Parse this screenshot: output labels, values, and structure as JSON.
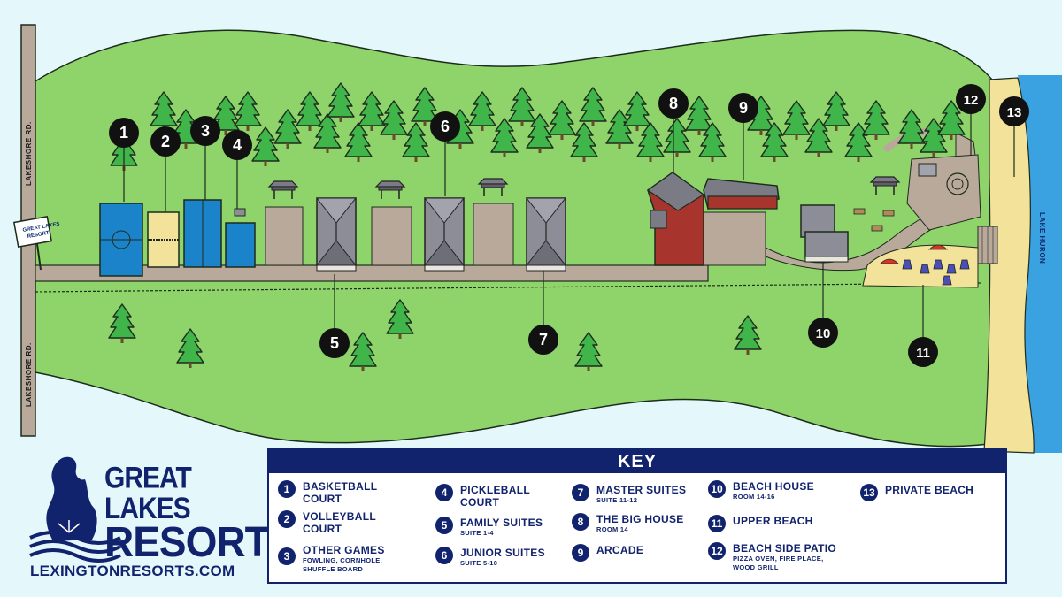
{
  "roads": {
    "left_top": "LAKESHORE RD.",
    "left_bottom": "LAKESHORE RD."
  },
  "lake_label": "LAKE HURON",
  "entrance_sign": {
    "line1": "GREAT LAKES",
    "line2": "RESORT"
  },
  "map_markers": [
    "1",
    "2",
    "3",
    "4",
    "5",
    "6",
    "7",
    "8",
    "9",
    "10",
    "11",
    "12",
    "13"
  ],
  "brand": {
    "line1": "GREAT LAKES",
    "line2": "RESORT",
    "url": "LEXINGTONRESORTS.COM"
  },
  "key": {
    "title": "KEY",
    "items": [
      {
        "num": "1",
        "label": "BASKETBALL COURT",
        "sub": ""
      },
      {
        "num": "2",
        "label": "VOLLEYBALL COURT",
        "sub": ""
      },
      {
        "num": "3",
        "label": "OTHER GAMES",
        "sub": "FOWLING, CORNHOLE, SHUFFLE BOARD"
      },
      {
        "num": "4",
        "label": "PICKLEBALL COURT",
        "sub": ""
      },
      {
        "num": "5",
        "label": "FAMILY SUITES",
        "sub": "SUITE 1-4"
      },
      {
        "num": "6",
        "label": "JUNIOR SUITES",
        "sub": "SUITE 5-10"
      },
      {
        "num": "7",
        "label": "MASTER SUITES",
        "sub": "SUITE 11-12"
      },
      {
        "num": "8",
        "label": "THE BIG HOUSE",
        "sub": "ROOM 14"
      },
      {
        "num": "9",
        "label": "ARCADE",
        "sub": ""
      },
      {
        "num": "10",
        "label": "BEACH HOUSE",
        "sub": "ROOM 14-16"
      },
      {
        "num": "11",
        "label": "UPPER BEACH",
        "sub": ""
      },
      {
        "num": "12",
        "label": "BEACH SIDE PATIO",
        "sub": "PIZZA OVEN, FIRE PLACE, WOOD GRILL"
      },
      {
        "num": "13",
        "label": "PRIVATE BEACH",
        "sub": ""
      }
    ]
  },
  "colors": {
    "navy": "#12236e",
    "grass": "#8fd46a",
    "tree": "#3fb54a",
    "road": "#b9a99b",
    "sand": "#f2e29a",
    "lake": "#3aa2e0",
    "court_blue": "#1a83c9",
    "roof_gray": "#7b7b86",
    "red_building": "#a8352d"
  }
}
